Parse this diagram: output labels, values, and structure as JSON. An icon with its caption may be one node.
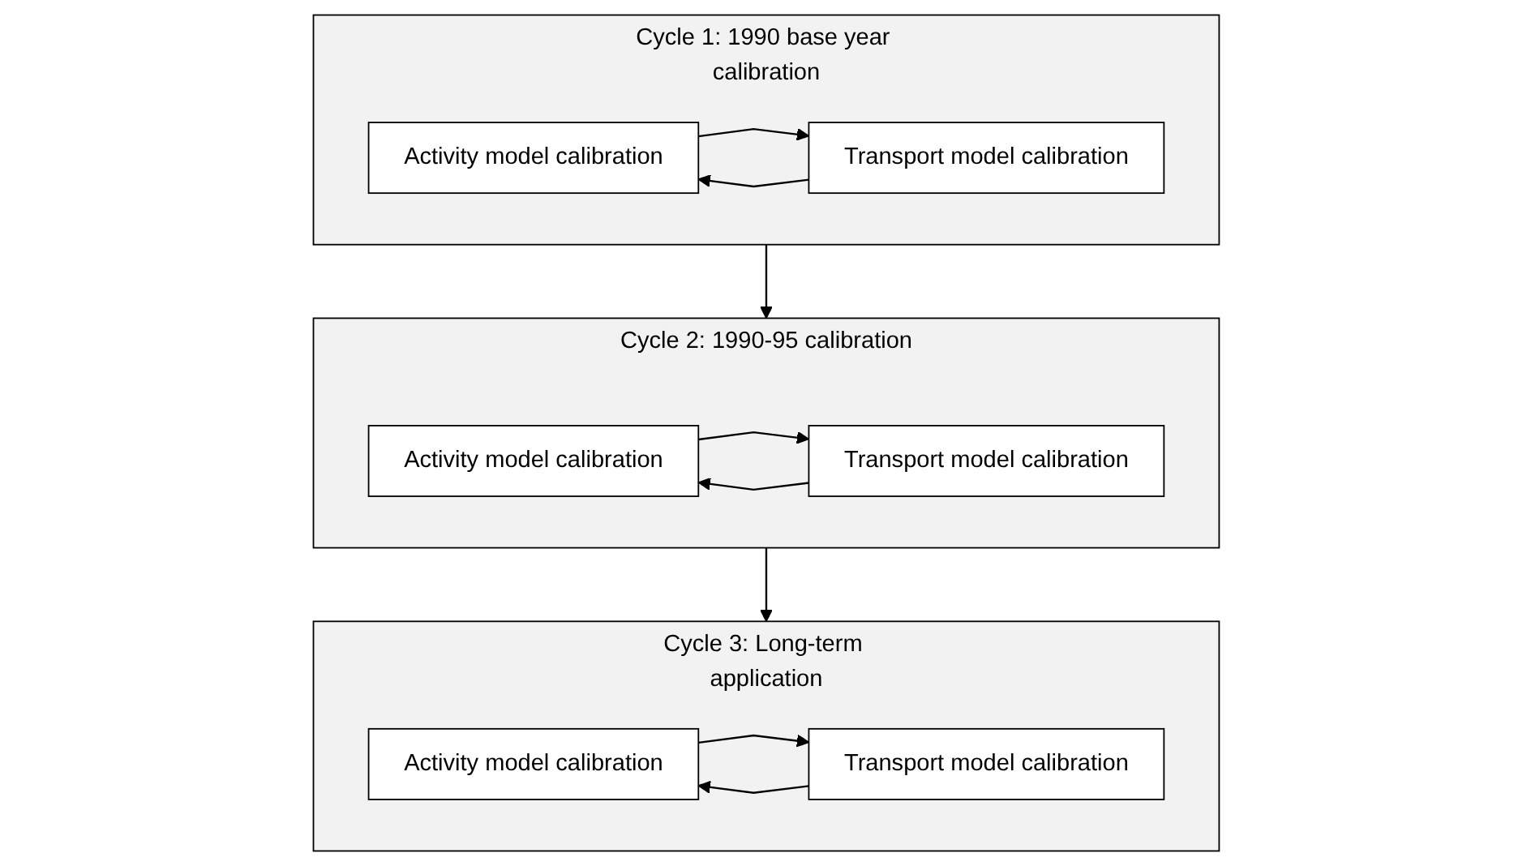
{
  "diagram": {
    "nodes": [
      {
        "text": [
          "Cycle 1: 1990 base year calibration"
        ]
      },
      {
        "text": [
          "Activity model calibration"
        ],
        "in": 0
      },
      {
        "text": [
          "Transport model calibration"
        ],
        "in": 0
      },
      {
        "text": [
          "Cycle 2: 1990-95 calibration"
        ]
      },
      {
        "text": [
          "Activity model calibration"
        ],
        "in": 3
      },
      {
        "text": [
          "Transport model calibration"
        ],
        "in": 3
      },
      {
        "text": [
          "Cycle 3: Long-term application"
        ]
      },
      {
        "text": [
          "Activity model calibration"
        ],
        "in": 6
      },
      {
        "text": [
          "Transport model calibration"
        ],
        "in": 6
      }
    ],
    "edges": [
      {
        "from": 1,
        "to": 2,
        "arrow": "to"
      },
      {
        "from": 2,
        "to": 1,
        "arrow": "to"
      },
      {
        "from": 0,
        "to": 3,
        "arrow": "to"
      },
      {
        "from": 4,
        "to": 5,
        "arrow": "to"
      },
      {
        "from": 5,
        "to": 4,
        "arrow": "to"
      },
      {
        "from": 3,
        "to": 6,
        "arrow": "to"
      },
      {
        "from": 7,
        "to": 8,
        "arrow": "to"
      },
      {
        "from": 8,
        "to": 7,
        "arrow": "to"
      }
    ]
  }
}
